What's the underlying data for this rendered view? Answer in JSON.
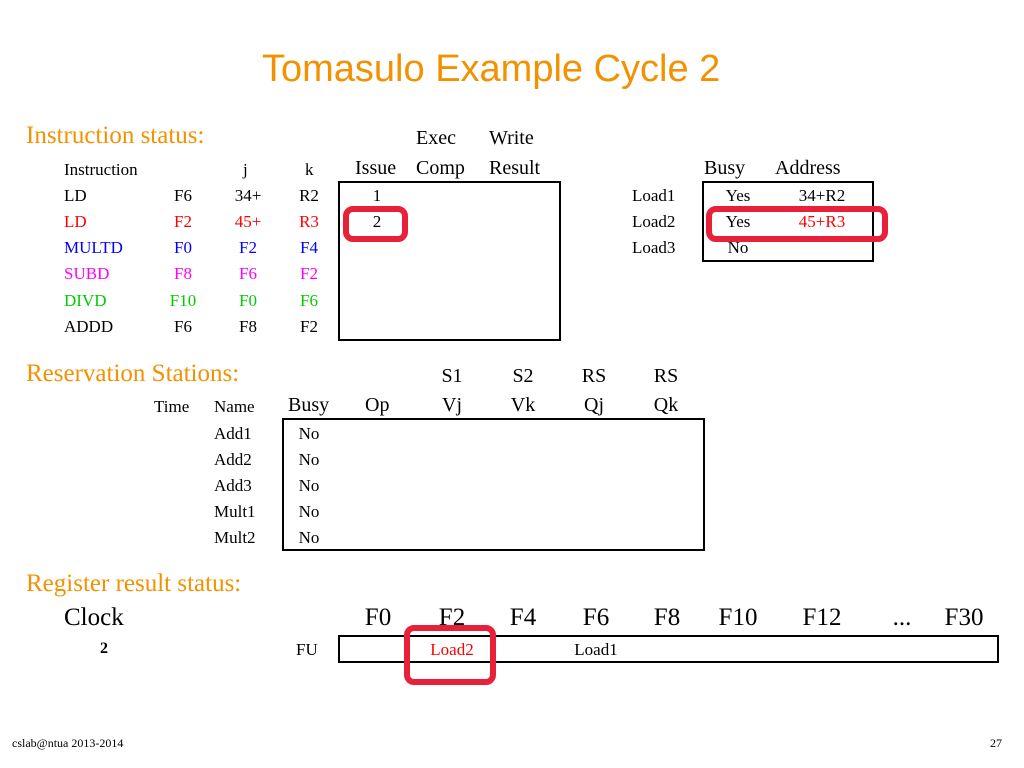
{
  "title": "Tomasulo Example Cycle 2",
  "instruction_status": {
    "heading": "Instruction status:",
    "col_headers": {
      "instruction": "Instruction",
      "j": "j",
      "k": "k",
      "issue": "Issue",
      "exec_top": "Exec",
      "exec_bot": "Comp",
      "write_top": "Write",
      "write_bot": "Result"
    },
    "rows": [
      {
        "op": "LD",
        "dest": "F6",
        "j": "34+",
        "k": "R2",
        "issue": "1",
        "exec": "",
        "write": "",
        "color": "#000000"
      },
      {
        "op": "LD",
        "dest": "F2",
        "j": "45+",
        "k": "R3",
        "issue": "2",
        "exec": "",
        "write": "",
        "color": "#ff0000"
      },
      {
        "op": "MULTD",
        "dest": "F0",
        "j": "F2",
        "k": "F4",
        "issue": "",
        "exec": "",
        "write": "",
        "color": "#0000ff"
      },
      {
        "op": "SUBD",
        "dest": "F8",
        "j": "F6",
        "k": "F2",
        "issue": "",
        "exec": "",
        "write": "",
        "color": "#ff00ff"
      },
      {
        "op": "DIVD",
        "dest": "F10",
        "j": "F0",
        "k": "F6",
        "issue": "",
        "exec": "",
        "write": "",
        "color": "#00cc00"
      },
      {
        "op": "ADDD",
        "dest": "F6",
        "j": "F8",
        "k": "F2",
        "issue": "",
        "exec": "",
        "write": "",
        "color": "#000000"
      }
    ]
  },
  "load_buffers": {
    "col_headers": {
      "busy": "Busy",
      "address": "Address"
    },
    "rows": [
      {
        "name": "Load1",
        "busy": "Yes",
        "address": "34+R2",
        "color": "#000000"
      },
      {
        "name": "Load2",
        "busy": "Yes",
        "address": "45+R3",
        "color": "#ff0000"
      },
      {
        "name": "Load3",
        "busy": "No",
        "address": "",
        "color": "#000000"
      }
    ]
  },
  "reservation_stations": {
    "heading": "Reservation Stations:",
    "col_headers": {
      "time": "Time",
      "name": "Name",
      "busy": "Busy",
      "op": "Op",
      "s1_top": "S1",
      "s1_bot": "Vj",
      "s2_top": "S2",
      "s2_bot": "Vk",
      "rs1_top": "RS",
      "rs1_bot": "Qj",
      "rs2_top": "RS",
      "rs2_bot": "Qk"
    },
    "rows": [
      {
        "time": "",
        "name": "Add1",
        "busy": "No",
        "op": "",
        "vj": "",
        "vk": "",
        "qj": "",
        "qk": ""
      },
      {
        "time": "",
        "name": "Add2",
        "busy": "No",
        "op": "",
        "vj": "",
        "vk": "",
        "qj": "",
        "qk": ""
      },
      {
        "time": "",
        "name": "Add3",
        "busy": "No",
        "op": "",
        "vj": "",
        "vk": "",
        "qj": "",
        "qk": ""
      },
      {
        "time": "",
        "name": "Mult1",
        "busy": "No",
        "op": "",
        "vj": "",
        "vk": "",
        "qj": "",
        "qk": ""
      },
      {
        "time": "",
        "name": "Mult2",
        "busy": "No",
        "op": "",
        "vj": "",
        "vk": "",
        "qj": "",
        "qk": ""
      }
    ]
  },
  "register_result_status": {
    "heading": "Register result status:",
    "clock_label": "Clock",
    "clock_value": "2",
    "fu_label": "FU",
    "registers": [
      "F0",
      "F2",
      "F4",
      "F6",
      "F8",
      "F10",
      "F12",
      "...",
      "F30"
    ],
    "fu": [
      "",
      "Load2",
      "",
      "Load1",
      "",
      "",
      "",
      "",
      ""
    ],
    "fu_colors": [
      "#000000",
      "#ff0000",
      "#000000",
      "#000000",
      "#000000",
      "#000000",
      "#000000",
      "#000000",
      "#000000"
    ]
  },
  "highlight_color": "#e8213a",
  "footer": {
    "left": "cslab@ntua 2013-2014",
    "right": "27"
  }
}
